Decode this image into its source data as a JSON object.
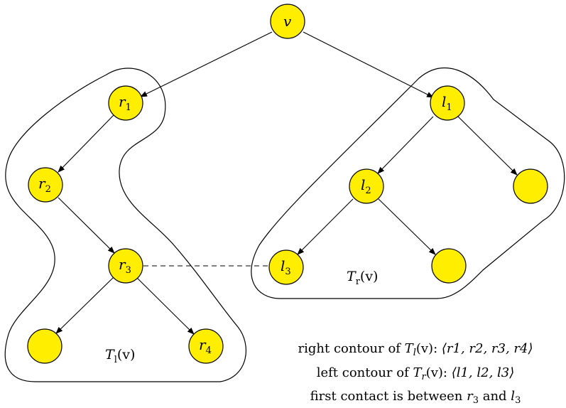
{
  "nodes": {
    "v": {
      "name": "v",
      "sub": ""
    },
    "r1": {
      "name": "r",
      "sub": "1"
    },
    "r2": {
      "name": "r",
      "sub": "2"
    },
    "r3": {
      "name": "r",
      "sub": "3"
    },
    "r4": {
      "name": "r",
      "sub": "4"
    },
    "l1": {
      "name": "l",
      "sub": "1"
    },
    "l2": {
      "name": "l",
      "sub": "2"
    },
    "l3": {
      "name": "l",
      "sub": "3"
    }
  },
  "subtrees": {
    "left": {
      "name": "T",
      "sub": "l",
      "arg": "(v)"
    },
    "right": {
      "name": "T",
      "sub": "r",
      "arg": "(v)"
    }
  },
  "caption": {
    "line1": {
      "prefix": "right contour of ",
      "tree": "T",
      "tree_sub": "l",
      "tree_arg": "(v): ",
      "seq": "⟨r1, r2, r3, r4⟩"
    },
    "line2": {
      "prefix": "left contour of ",
      "tree": "T",
      "tree_sub": "r",
      "tree_arg": "(v): ",
      "seq": "⟨l1, l2, l3⟩"
    },
    "line3": {
      "prefix": "first contact is between ",
      "a": "r",
      "a_sub": "3",
      "mid": " and ",
      "b": "l",
      "b_sub": "3"
    }
  },
  "colors": {
    "node_fill": "#ffee00",
    "stroke": "#000000"
  }
}
